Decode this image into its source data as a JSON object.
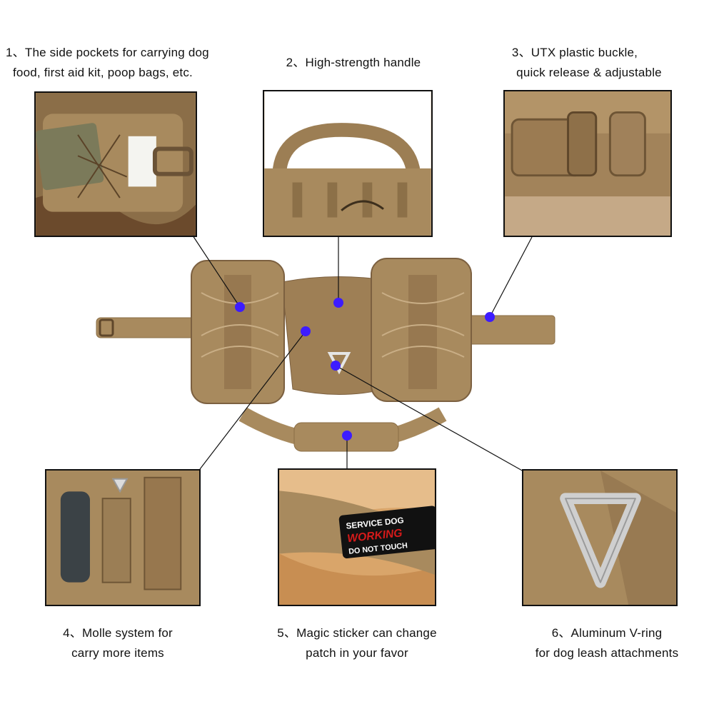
{
  "captions": {
    "c1": [
      "1、The side pockets for carrying dog",
      "food, first aid kit, poop bags, etc."
    ],
    "c2": [
      "2、High-strength handle"
    ],
    "c3": [
      "3、UTX plastic buckle,",
      "quick release & adjustable"
    ],
    "c4": [
      "4、Molle system for",
      "carry more items"
    ],
    "c5": [
      "5、Magic sticker can change",
      "patch in your favor"
    ],
    "c6": [
      "6、Aluminum V-ring",
      "for dog leash attachments"
    ]
  },
  "patch": {
    "line1": "SERVICE DOG",
    "line2": "WORKING",
    "line3": "DO NOT TOUCH"
  },
  "colors": {
    "coyote_brown": "#a88a5e",
    "marker_dot": "#3d1cff",
    "patch_red": "#d51a1a"
  }
}
